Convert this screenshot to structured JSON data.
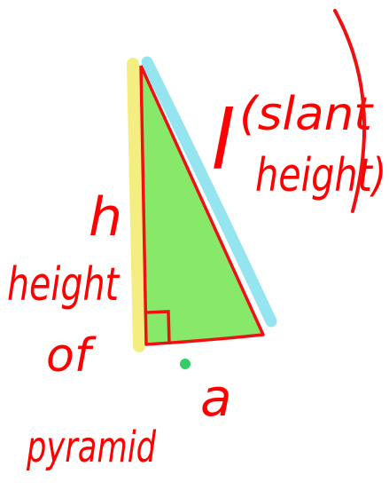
{
  "labels": {
    "h": "h",
    "height": "height",
    "of": "of",
    "pyramid": "pyramid",
    "l": "l",
    "slant_open": "(slant",
    "slant_close": "height)",
    "a": "a"
  },
  "colors": {
    "background": "#ffffff",
    "ink": "#ff0000",
    "triangle_fill": "#88e86a",
    "height_highlight": "#f3ec74",
    "slant_highlight": "#8ae2ee",
    "center_dot": "#33cc66"
  }
}
